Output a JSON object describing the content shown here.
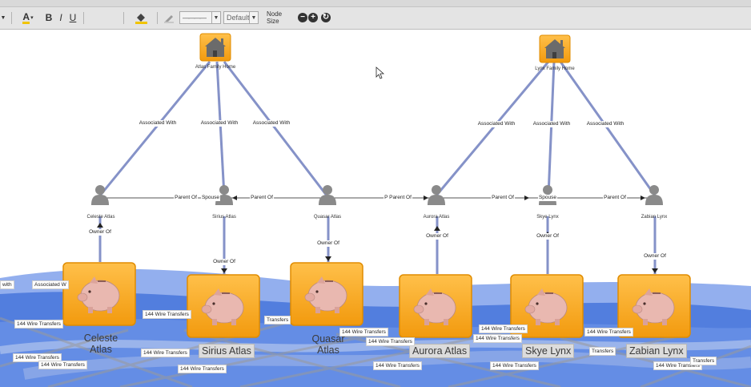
{
  "toolbar": {
    "font_color_label": "A",
    "bold_label": "B",
    "italic_label": "I",
    "underline_label": "U",
    "line_style_value": "————",
    "line_weight_value": "Default",
    "node_size_label": "Node Size",
    "shrink_symbol": "−",
    "grow_symbol": "+",
    "reset_symbol": "↻",
    "dropdown_arrow": "▼"
  },
  "homes": [
    {
      "id": "atlas-home",
      "label": "Atlas Family Home"
    },
    {
      "id": "lynx-home",
      "label": "Lynx Family Home"
    }
  ],
  "people": [
    {
      "id": "celeste",
      "label": "Celeste Atlas"
    },
    {
      "id": "sirius",
      "label": "Sirius Atlas"
    },
    {
      "id": "quasar",
      "label": "Quasar Atlas"
    },
    {
      "id": "aurora",
      "label": "Aurora Atlas"
    },
    {
      "id": "skye",
      "label": "Skye Lynx"
    },
    {
      "id": "zabian",
      "label": "Zabian Lynx"
    }
  ],
  "accounts": [
    {
      "id": "celeste",
      "label_line1": "Celeste",
      "label_line2": "Atlas"
    },
    {
      "id": "sirius",
      "label": "Sirius Atlas"
    },
    {
      "id": "quasar",
      "label_line1": "Quasar",
      "label_line2": "Atlas"
    },
    {
      "id": "aurora",
      "label": "Aurora Atlas"
    },
    {
      "id": "skye",
      "label": "Skye Lynx"
    },
    {
      "id": "zabian",
      "label": "Zabian Lynx"
    }
  ],
  "edge_labels": {
    "associated_with": "Associated With",
    "owner_of": "Owner Of",
    "parent_of": "Parent Of",
    "spouse": "Spouse",
    "p_parent_of": "P Parent Of",
    "parent_of_spouse_a": "Parent Of",
    "spouse_b": "Spouse",
    "wire_transfers": "144 Wire Transfers",
    "transfers": "Transfers",
    "associated_partial": "Associated W",
    "with_partial": "with"
  },
  "colors": {
    "toolbar_bg": "#e4e4e4",
    "account_node": "#f5a623",
    "account_node_border": "#e08c00",
    "edge_blue": "#7f8fc9",
    "flow_blue": "#1f5fd8",
    "person_gray": "#8a8a8a"
  },
  "icons": {
    "home": "house-icon",
    "person": "person-silhouette-icon",
    "account": "piggy-bank-icon",
    "cursor": "mouse-cursor-icon"
  }
}
